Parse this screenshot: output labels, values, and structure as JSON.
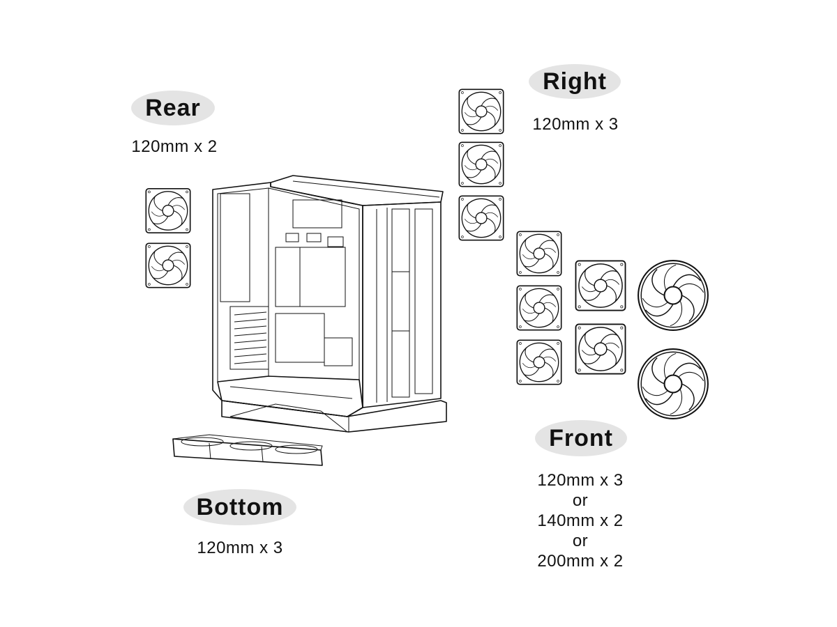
{
  "rear": {
    "label": "Rear",
    "spec": "120mm x 2"
  },
  "right": {
    "label": "Right",
    "spec": "120mm x 3"
  },
  "bottom": {
    "label": "Bottom",
    "spec": "120mm x 3"
  },
  "front": {
    "label": "Front",
    "spec_lines": [
      "120mm x 3",
      "or",
      "140mm x 2",
      "or",
      "200mm x 2"
    ]
  },
  "colors": {
    "line": "#111111",
    "pill": "#e4e4e4",
    "background": "#ffffff"
  },
  "icons": [
    "fan-icon",
    "pc-case-drawing"
  ]
}
